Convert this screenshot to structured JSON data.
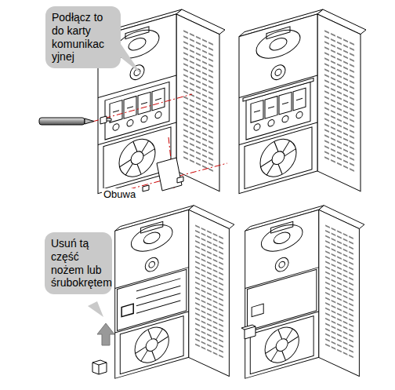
{
  "diagram": {
    "nodes": [
      {
        "text": [
          "Podłącz to do karty komunikac yjnej"
        ]
      },
      {
        "text": [
          "Usuń tą część nożem lub śrubokrętem"
        ]
      }
    ],
    "labels": [
      "Obuwa"
    ]
  }
}
